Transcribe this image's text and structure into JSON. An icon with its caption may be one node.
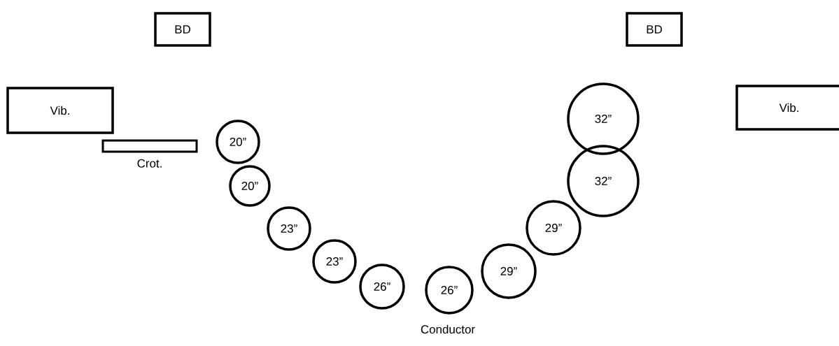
{
  "diagram": {
    "nodes": [
      {
        "text": [
          "BD"
        ]
      },
      {
        "text": [
          "BD"
        ]
      },
      {
        "text": [
          "Vib."
        ]
      },
      {
        "text": [
          "Crot."
        ]
      },
      {
        "text": [
          "20”"
        ]
      },
      {
        "text": [
          "20”"
        ]
      },
      {
        "text": [
          "23”"
        ]
      },
      {
        "text": [
          "23”"
        ]
      },
      {
        "text": [
          "26”"
        ]
      },
      {
        "text": [
          "26”"
        ]
      },
      {
        "text": [
          "29”"
        ]
      },
      {
        "text": [
          "29”"
        ]
      },
      {
        "text": [
          "32”"
        ]
      },
      {
        "text": [
          "32”"
        ]
      },
      {
        "text": [
          "Vib."
        ]
      }
    ],
    "labels": [
      "Conductor"
    ]
  }
}
